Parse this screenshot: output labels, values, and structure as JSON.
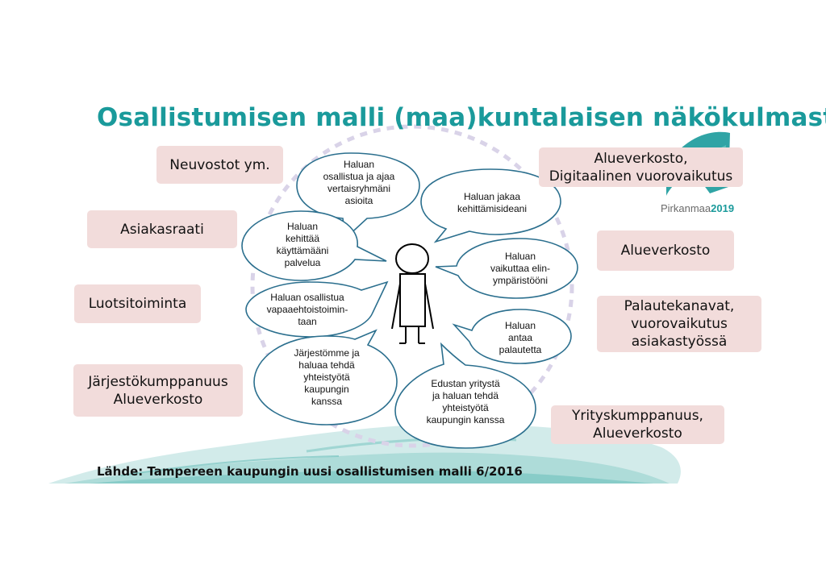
{
  "title": "Osallistumisen malli (maa)kuntalaisen näkökulmasta",
  "logo": {
    "name": "Pirkanmaa",
    "year": "2019"
  },
  "source": "Lähde: Tampereen kaupungin uusi osallistumisen malli 6/2016",
  "left_boxes": [
    "Neuvostot ym.",
    "Asiakasraati",
    "Luotsitoiminta",
    "Järjestökumppanuus\nAlueverkosto"
  ],
  "right_boxes": [
    "Alueverkosto,\nDigitaalinen vuorovaikutus",
    "Alueverkosto",
    "Palautekanavat,\nvuorovaikutus\nasiakastyössä",
    "Yrityskumppanuus,\nAlueverkosto"
  ],
  "bubbles": [
    "Haluan\nosallistua ja ajaa\nvertaisryhmäni\nasioita",
    "Haluan jakaa\nkehittämisideani",
    "Haluan\nkehittää\nkäyttämääni\npalvelua",
    "Haluan\nvaikuttaa elin-\nympäristööni",
    "Haluan osallistua\nvapaaehtoistoimin-\ntaan",
    "Haluan\nantaa\npalautetta",
    "Järjestömme ja\nhaluaa tehdä\nyhteistyötä\nkaupungin\nkanssa",
    "Edustan yritystä\nja haluan tehdä\nyhteistyötä\nkaupungin kanssa"
  ],
  "colors": {
    "accent": "#1a9a9b",
    "box": "#f2dcdb",
    "dashed_circle": "#d9d3e8"
  }
}
